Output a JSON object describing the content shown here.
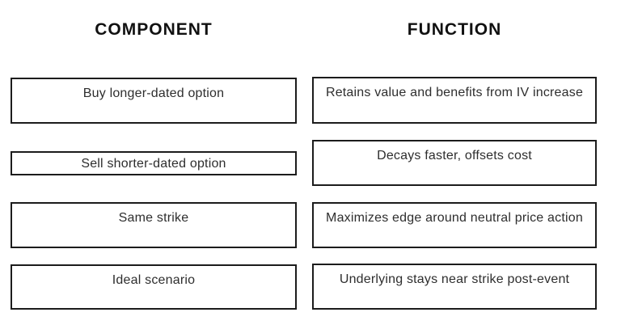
{
  "diagram": {
    "title_left": "COMPONENT",
    "title_right": "FUNCTION",
    "rows": [
      {
        "component": "Buy longer-dated option",
        "function": "Retains value and benefits from IV increase"
      },
      {
        "component": "Sell shorter-dated option",
        "function": "Decays faster, offsets cost"
      },
      {
        "component": "Same strike",
        "function": "Maximizes edge around neutral price action"
      },
      {
        "component": "Ideal scenario",
        "function": "Underlying stays near strike post-event"
      }
    ]
  },
  "colors": {
    "background": "#ffffff",
    "box_border": "#1c1c1c",
    "box_text": "#2e2e2e",
    "heading_text": "#111111"
  }
}
